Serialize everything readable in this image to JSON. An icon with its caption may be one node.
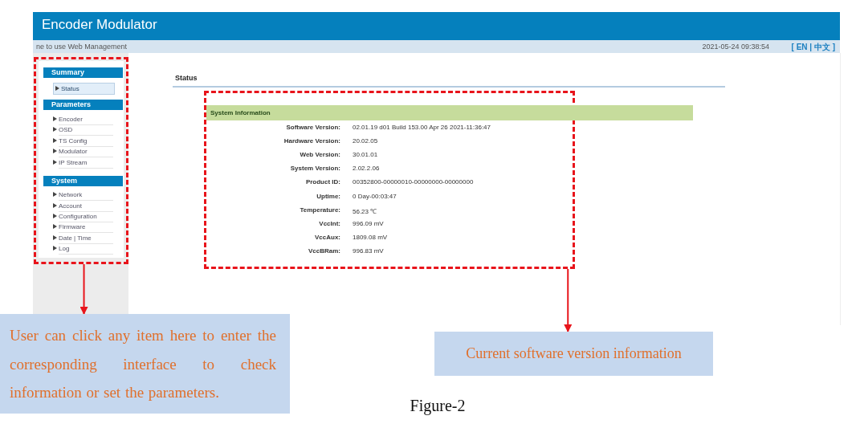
{
  "diagram": {
    "caption": "Figure-2",
    "nodes": [
      {
        "text": [
          "Encoder Modulator"
        ]
      },
      {
        "text": [
          "ne to use Web Management",
          "2021-05-24 09:38:54",
          "[ EN | 中文 ]"
        ]
      },
      {
        "text": [],
        "shape": "box"
      },
      {
        "text": [
          "Summary"
        ],
        "in": 2
      },
      {
        "text": [
          "Status"
        ],
        "in": 2
      },
      {
        "text": [
          "Parameters"
        ],
        "in": 2
      },
      {
        "text": [
          "System"
        ],
        "in": 2
      },
      {
        "text": [],
        "shape": "box"
      },
      {
        "text": [
          "System Information"
        ]
      },
      {
        "text": [
          "User can click any item here to enter the corresponding interface to check information or set the parameters."
        ]
      },
      {
        "text": [
          "Current software version information"
        ]
      }
    ],
    "edges": [
      {
        "from": 2,
        "to": 9,
        "arrow": "to",
        "color": "#e8141b"
      },
      {
        "from": 7,
        "to": 10,
        "arrow": "to",
        "color": "#e8141b"
      }
    ],
    "labels": [
      "Status",
      "Encoder",
      "OSD",
      "TS Config",
      "Modulator",
      "IP Stream",
      "Network",
      "Account",
      "Configuration",
      "Firmware",
      "Date | Time",
      "Log",
      "Software Version:",
      "02.01.19 d01 Build 153.00 Apr 26 2021-11:36:47",
      "Hardware Version:",
      "20.02.05",
      "Web Version:",
      "30.01.01",
      "System Version:",
      "2.02.2.06",
      "Product ID:",
      "00352800-00000010-00000000-00000000",
      "Uptime:",
      "0 Day-00:03:47",
      "Temperature:",
      "56.23 ℃",
      "VccInt:",
      "996.09 mV",
      "VccAux:",
      "1809.08 mV",
      "VccBRam:",
      "996.83 mV"
    ]
  }
}
